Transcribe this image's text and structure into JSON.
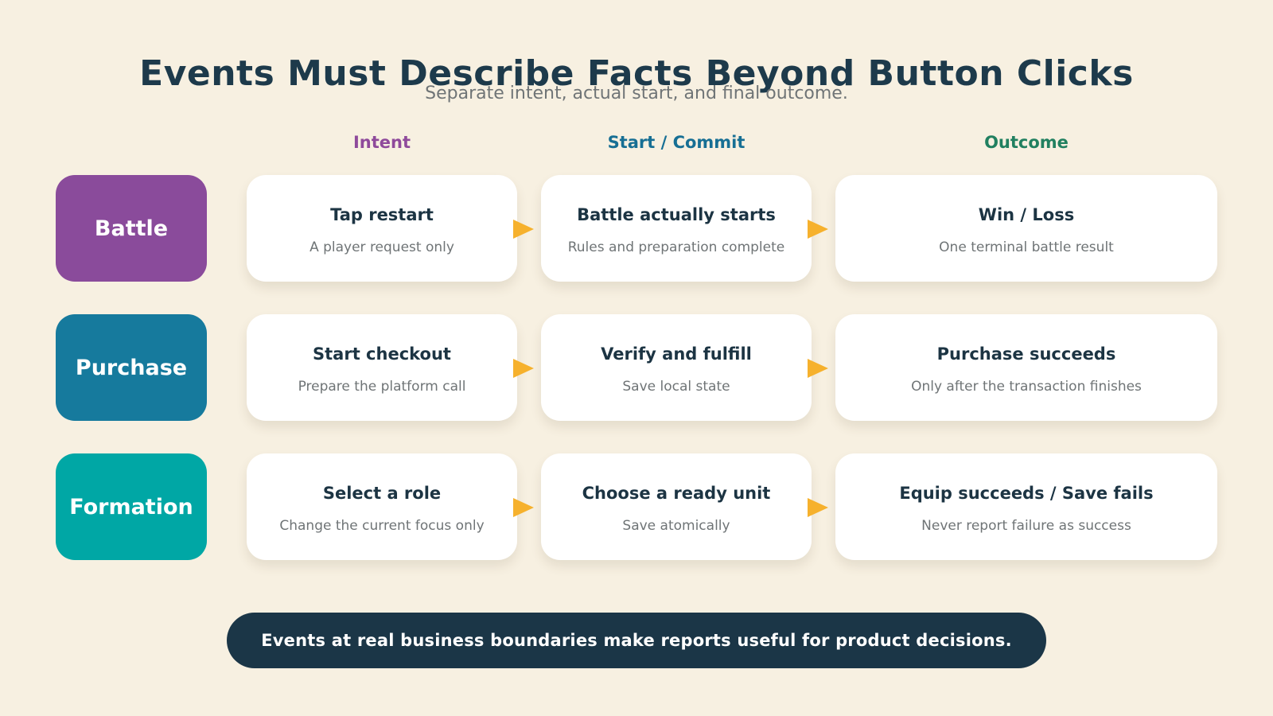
{
  "colors": {
    "background": "#f7f0e1",
    "title": "#1d3a4b",
    "subtitle": "#6f7476",
    "intent": "#8f4a9b",
    "start_commit": "#176f94",
    "outcome": "#218060",
    "battle": "#8a4b9b",
    "purchase": "#167a9d",
    "formation": "#00a7a5",
    "arrow": "#f6b12d",
    "banner": "#1b3647"
  },
  "header": {
    "title": "Events Must Describe Facts Beyond Button Clicks",
    "subtitle": "Separate intent, actual start, and final outcome."
  },
  "columns": [
    {
      "label": "Intent",
      "color": "#8f4a9b"
    },
    {
      "label": "Start / Commit",
      "color": "#176f94"
    },
    {
      "label": "Outcome",
      "color": "#218060"
    }
  ],
  "rows": [
    {
      "category": "Battle",
      "color": "#8a4b9b",
      "steps": [
        {
          "title": "Tap restart",
          "note": "A player request only"
        },
        {
          "title": "Battle actually starts",
          "note": "Rules and preparation complete"
        },
        {
          "title": "Win / Loss",
          "note": "One terminal battle result"
        }
      ]
    },
    {
      "category": "Purchase",
      "color": "#167a9d",
      "steps": [
        {
          "title": "Start checkout",
          "note": "Prepare the platform call"
        },
        {
          "title": "Verify and fulfill",
          "note": "Save local state"
        },
        {
          "title": "Purchase succeeds",
          "note": "Only after the transaction finishes"
        }
      ]
    },
    {
      "category": "Formation",
      "color": "#00a7a5",
      "steps": [
        {
          "title": "Select a role",
          "note": "Change the current focus only"
        },
        {
          "title": "Choose a ready unit",
          "note": "Save atomically"
        },
        {
          "title": "Equip succeeds / Save fails",
          "note": "Never report failure as success"
        }
      ]
    }
  ],
  "footer": {
    "message": "Events at real business boundaries make reports useful for product decisions."
  },
  "icons": {
    "flow_arrow": "arrow-right-icon"
  }
}
